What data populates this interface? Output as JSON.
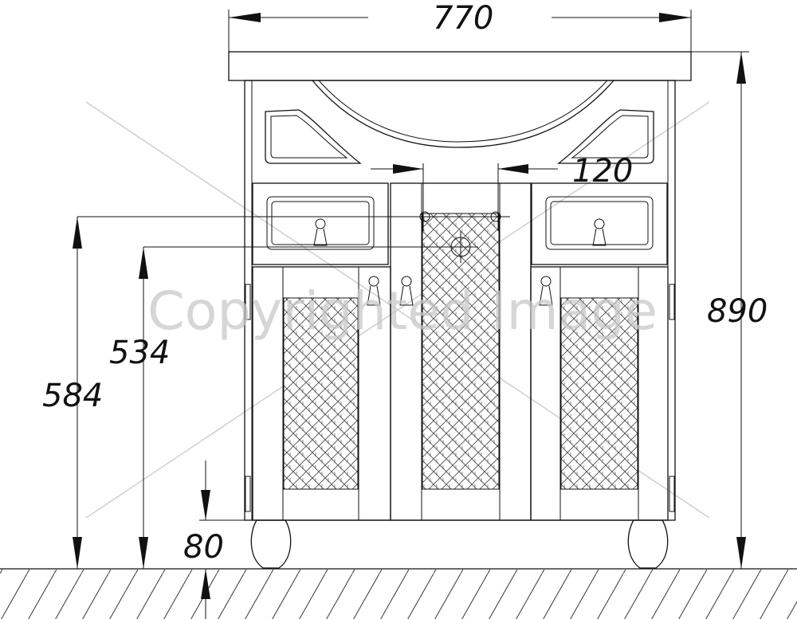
{
  "drawing": {
    "dimensions": {
      "width": "770",
      "height_total": "890",
      "height_584": "584",
      "height_534": "534",
      "leg_height": "80",
      "offset": "120"
    },
    "watermark": "Copyrighted Image"
  }
}
